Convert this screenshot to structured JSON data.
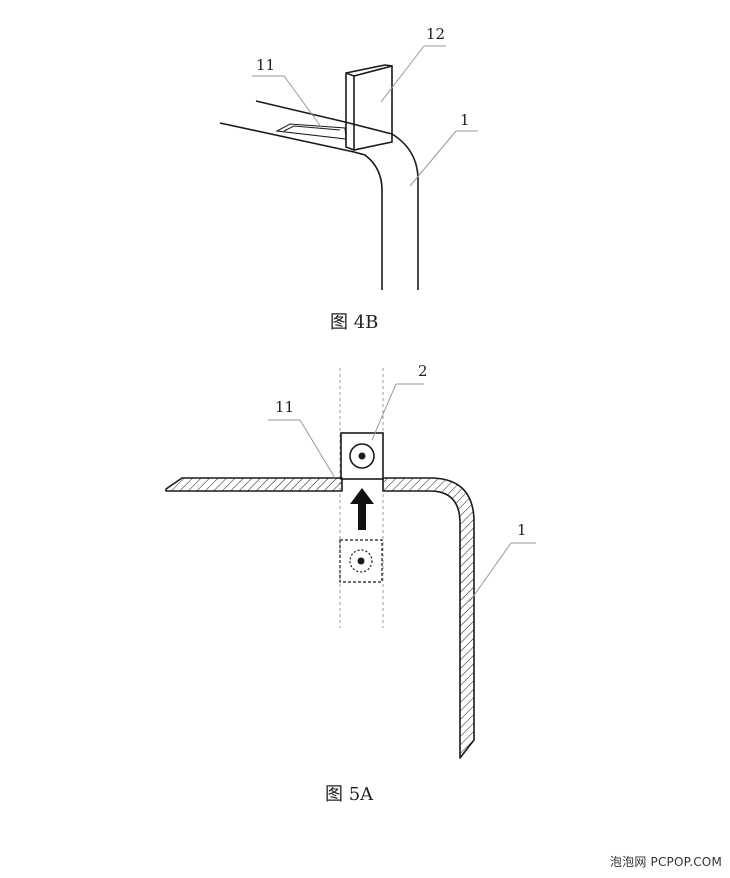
{
  "figure_4b": {
    "caption": "图 4B",
    "labels": {
      "part_11": "11",
      "part_12": "12",
      "part_1": "1"
    }
  },
  "figure_5a": {
    "caption": "图 5A",
    "labels": {
      "part_2": "2",
      "part_11": "11",
      "part_1": "1"
    }
  },
  "watermark": "泡泡网 PCPOP.COM",
  "colors": {
    "line": "#1a1a1a",
    "leader": "#9a9a9a",
    "background": "#ffffff"
  }
}
